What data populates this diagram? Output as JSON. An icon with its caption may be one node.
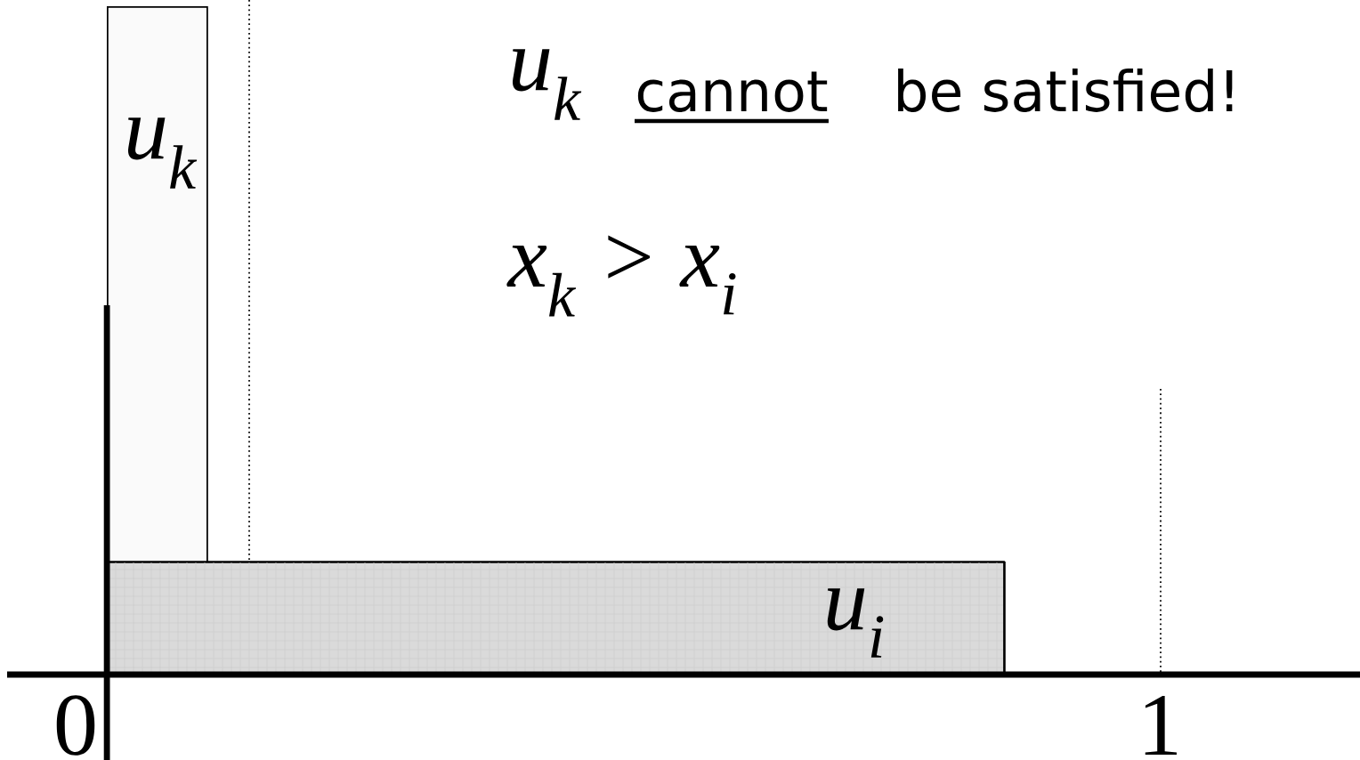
{
  "diagram": {
    "nodes": [
      {
        "text": [
          "u$_{k}$"
        ]
      },
      {
        "text": [
          "u$_{i}$"
        ]
      }
    ],
    "labels": [
      "u$_{k}$",
      "cannot",
      "be satisfied!",
      "x$_{k}$ > x$_{i}$",
      "0",
      "1"
    ]
  }
}
